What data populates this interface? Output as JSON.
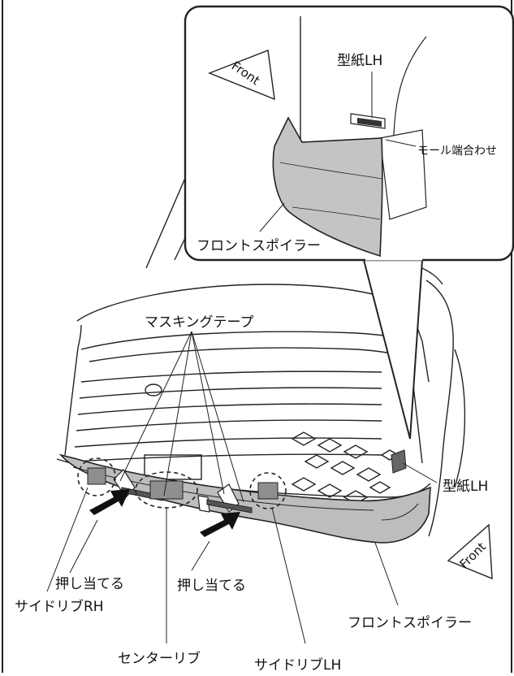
{
  "callout": {
    "front": "Front",
    "template_lh": "型紙LH",
    "mold_edge": "モール端合わせ",
    "front_spoiler": "フロントスポイラー"
  },
  "main": {
    "masking_tape": "マスキングテープ",
    "template_lh": "型紙LH",
    "press_1": "押し当てる",
    "press_2": "押し当てる",
    "side_rib_rh": "サイドリブRH",
    "center_rib": "センターリブ",
    "side_rib_lh": "サイドリブLH",
    "front_spoiler": "フロントスポイラー",
    "front": "Front"
  }
}
